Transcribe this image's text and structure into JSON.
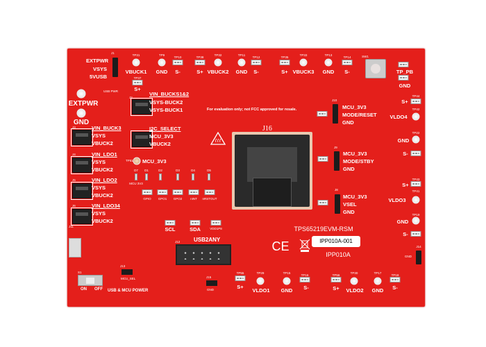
{
  "board": {
    "title": "TPS65219EVM-RSM",
    "label": "IPP010A-001",
    "part": "IPP010A",
    "notice": "For evaluation only; not FCC approved for resale.",
    "ce": "CE",
    "color": "#e41f1b"
  },
  "j1": {
    "ref": "J1",
    "opt1": "EXTPWR",
    "opt2": "VSYS",
    "opt3": "5VUSB",
    "led": "USB PWR"
  },
  "top": {
    "tp31": "TP31",
    "vbuck1": "VBUCK1",
    "tp37": "TP37",
    "s_plus1": "S+",
    "tp9": "TP9",
    "gnd1": "GND",
    "tp10": "TP10",
    "s_minus1": "S-",
    "tp38": "TP38",
    "s_plus2": "S+",
    "tp32": "TP32",
    "vbuck2": "VBUCK2",
    "tp11": "TP11",
    "gnd2": "GND",
    "tp12": "TP12",
    "s_minus2": "S-",
    "tp35": "TP35",
    "s_plus3": "S+",
    "tp33": "TP33",
    "vbuck3": "VBUCK3",
    "tp13": "TP13",
    "gnd3": "GND",
    "tp14": "TP14",
    "s_minus3": "S-",
    "sw1": "SW1",
    "tp_pb": "TP_PB",
    "gnd_pb": "GND"
  },
  "power": {
    "extpwr": "EXTPWR",
    "gnd": "GND"
  },
  "j2": {
    "ref": "J2",
    "title": "VIN_BUCKS1&2",
    "opt1": "VSYS-BUCK2",
    "opt2": "VSYS-BUCK1"
  },
  "j3": {
    "ref": "J3",
    "title": "VIN_BUCK3",
    "opt1": "VSYS",
    "opt2": "VBUCK2"
  },
  "j4": {
    "ref": "J4",
    "title": "VIN_LDO1",
    "opt1": "VSYS",
    "opt2": "VBUCK2"
  },
  "j5": {
    "ref": "J5",
    "title": "VIN_LDO2",
    "opt1": "VSYS",
    "opt2": "VBUCK2"
  },
  "j6": {
    "ref": "J6",
    "title": "VIN_LDO34",
    "opt1": "VSYS",
    "opt2": "VBUCK2"
  },
  "j7": {
    "title": "I2C_SELECT",
    "opt1": "MCU_3V3",
    "opt2": "VBUCK2"
  },
  "mcu": {
    "tp": "TP51",
    "label": "MCU_3V3",
    "led_label": "MCU 3V3"
  },
  "leds": {
    "d7": "D7",
    "d1": "D1",
    "d2": "D2",
    "d3": "D3",
    "d4": "D4",
    "d5": "D5"
  },
  "signals": {
    "gpio": "GPIO",
    "gpo1": "GPO1",
    "gpo2": "GPO2",
    "nint": "nINT",
    "nrstout": "nRSTOUT",
    "scl": "SCL",
    "sda": "SDA",
    "vdd1p8": "VDD1P8"
  },
  "socket": {
    "ref": "J16"
  },
  "j10": {
    "ref": "J10",
    "opt1": "MCU_3V3",
    "opt2": "MODE/RESET",
    "opt3": "GND"
  },
  "j9": {
    "ref": "J9",
    "opt1": "MCU_3V3",
    "opt2": "MODE/STBY",
    "opt3": "GND"
  },
  "j8": {
    "ref": "J8",
    "opt1": "MCU_3V3",
    "opt2": "VSEL",
    "opt3": "GND"
  },
  "right": {
    "tp44": "TP44",
    "s_plus4": "S+",
    "tp42": "TP42",
    "vldo4": "VLDO4",
    "tp22": "TP22",
    "gnd4": "GND",
    "s_minus4": "S-",
    "tp43": "TP43",
    "s_plus5": "S+",
    "tp41": "TP41",
    "vldo3": "VLDO3",
    "tp19": "TP19",
    "gnd5": "GND",
    "s_minus5": "S-",
    "j14": "J14",
    "gnd_j14": "GND"
  },
  "usb": {
    "ref": "J11",
    "usb2any": "USB2ANY",
    "j12": "J12",
    "s1": "S1",
    "on": "ON",
    "off": "OFF",
    "power": "USB & MCU POWER",
    "j13": "J13",
    "mcu_sel": "MCU_SEL",
    "j15": "J15",
    "gnd_j15": "GND"
  },
  "bottom": {
    "tp55": "TP55",
    "s_plus6": "S+",
    "tp29": "TP29",
    "vldo1": "VLDO1",
    "tp15": "TP15",
    "gnd6": "GND",
    "tp16": "TP16",
    "s_minus6": "S-",
    "tp56": "TP56",
    "s_plus7": "S+",
    "tp30": "TP30",
    "vldo2": "VLDO2",
    "tp17": "TP17",
    "gnd7": "GND",
    "tp18": "TP18",
    "s_minus7": "S-"
  }
}
